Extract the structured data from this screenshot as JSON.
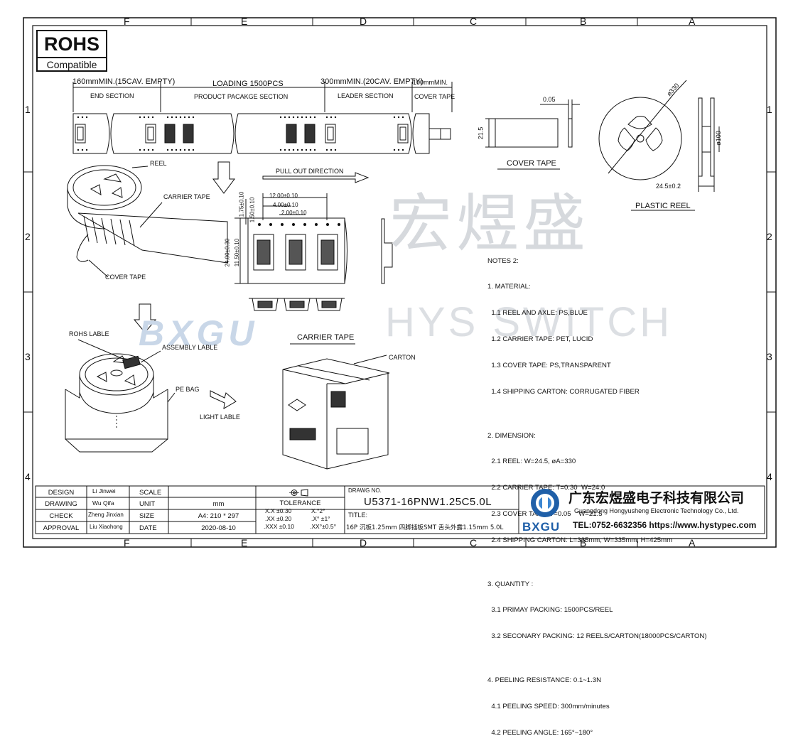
{
  "zones": {
    "top": [
      "F",
      "E",
      "D",
      "C",
      "B",
      "A"
    ],
    "bottom": [
      "F",
      "E",
      "D",
      "C",
      "B",
      "A"
    ],
    "left": [
      "1",
      "2",
      "3",
      "4"
    ],
    "right": [
      "1",
      "2",
      "3",
      "4"
    ]
  },
  "rohs": {
    "line1": "ROHS",
    "line2": "Compatible"
  },
  "tape_strip": {
    "dim_end": "160mmMIN.(15CAV. EMPTY)",
    "dim_loading": "LOADING 1500PCS",
    "dim_leader": "300mmMIN.(20CAV. EMPTY)",
    "dim_cover": "100mmMIN.",
    "sec_end": "END SECTION",
    "sec_product": "PRODUCT PACAKGE SECTION",
    "sec_leader": "LEADER SECTION",
    "sec_cover": "COVER TAPE"
  },
  "cover_tape_view": {
    "thickness": "0.05",
    "width": "21.5",
    "label": "COVER TAPE"
  },
  "reel_view": {
    "dia_outer": "ø330",
    "dia_hub": "ø100",
    "width": "24.5±0.2",
    "label": "PLASTIC REEL"
  },
  "reel_iso": {
    "reel": "REEL",
    "carrier_tape": "CARRIER TAPE",
    "cover_tape": "COVER TAPE",
    "pull_out": "PULL OUT DIRECTION"
  },
  "carrier_dims": {
    "d1": "12.00±0.10",
    "d2": "4.00±0.10",
    "d3": "2.00±0.10",
    "d4": "1.75±0.10",
    "d5": "1.50±0.10",
    "d6": "24.00±0.30",
    "d7": "11.50±0.10",
    "label": "CARRIER TAPE"
  },
  "packing": {
    "rohs_lable": "ROHS LABLE",
    "assembly_lable": "ASSEMBLY LABLE",
    "pe_bag": "PE BAG",
    "light_lable": "LIGHT LABLE",
    "carton": "CARTON"
  },
  "watermark": {
    "cn": "宏煜盛",
    "en": "HYS SWITCH",
    "logo": "BXGU"
  },
  "notes": [
    "NOTES 2:",
    "1. MATERIAL:",
    "  1.1 REEL AND AXLE: PS,BLUE",
    "  1.2 CARRIER TAPE: PET, LUCID",
    "  1.3 COVER TAPE: PS,TRANSPARENT",
    "  1.4 SHIPPING CARTON: CORRUGATED FIBER",
    "",
    "2. DIMENSION:",
    "  2.1 REEL: W=24.5, øA=330",
    "  2.2 CARRIER TAPE: T=0.30  W=24.0",
    "  2.3 COVER TAPE: T=0.05    W=21.5",
    "  2.4 SHIPPING CARTON: L=335mm, W=335mm, H=425mm",
    "",
    "3. QUANTITY :",
    "  3.1 PRIMAY PACKING: 1500PCS/REEL",
    "  3.2 SECONARY PACKING: 12 REELS/CARTON(18000PCS/CARTON)",
    "",
    "4. PEELING RESISTANCE: 0.1~1.3N",
    "  4.1 PEELING SPEED: 300mm/minutes",
    "  4.2 PEELING ANGLE: 165°~180°"
  ],
  "title_block": {
    "rows": [
      {
        "role": "DESIGN",
        "name": "Li Jinwei",
        "key": "SCALE",
        "val": ""
      },
      {
        "role": "DRAWING",
        "name": "Wu Qifa",
        "key": "UNIT",
        "val": "mm"
      },
      {
        "role": "CHECK",
        "name": "Zheng Jinxian",
        "key": "SIZE",
        "val": "A4: 210 * 297"
      },
      {
        "role": "APPROVAL",
        "name": "Liu Xiaohong",
        "key": "DATE",
        "val": "2020-08-10"
      }
    ],
    "tolerance_label": "TOLERANCE",
    "tol": [
      "X.X  ±0.30",
      "X.°2°",
      ".XX  ±0.20",
      ".X° ±1°",
      ".XXX  ±0.10",
      ".XX°±0.5°"
    ],
    "drawing_no_label": "DRAWG NO.",
    "drawing_no": "U5371-16PNW1.25C5.0L",
    "title_label": "TITLE:",
    "title": "16P 沉板1.25mm 四脚插板SMT 舌头外露1.15mm 5.0L",
    "company_cn": "广东宏煜盛电子科技有限公司",
    "company_en": "Guangdong Hongyusheng Electronic Technology Co., Ltd.",
    "contact": "TEL:0752-6632356  https://www.hystypec.com",
    "logo_text": "BXGU"
  }
}
